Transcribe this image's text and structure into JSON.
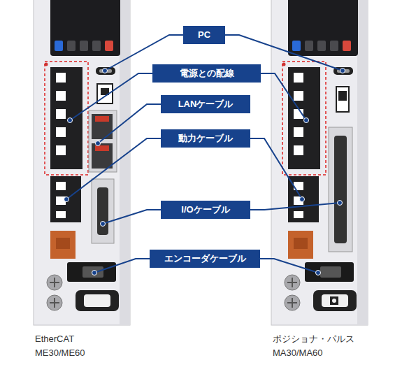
{
  "diagram": {
    "nodes": [
      {
        "text": [
          "PC"
        ]
      },
      {
        "text": [
          "電源との配線"
        ]
      },
      {
        "text": [
          "LANケーブル"
        ]
      },
      {
        "text": [
          "動力ケーブル"
        ]
      },
      {
        "text": [
          "I/Oケーブル"
        ]
      },
      {
        "text": [
          "エンコーダケーブル"
        ]
      }
    ],
    "labels": [
      "EtherCAT",
      "ME30/ME60",
      "ポジショナ・パルス",
      "MA30/MA60"
    ]
  }
}
